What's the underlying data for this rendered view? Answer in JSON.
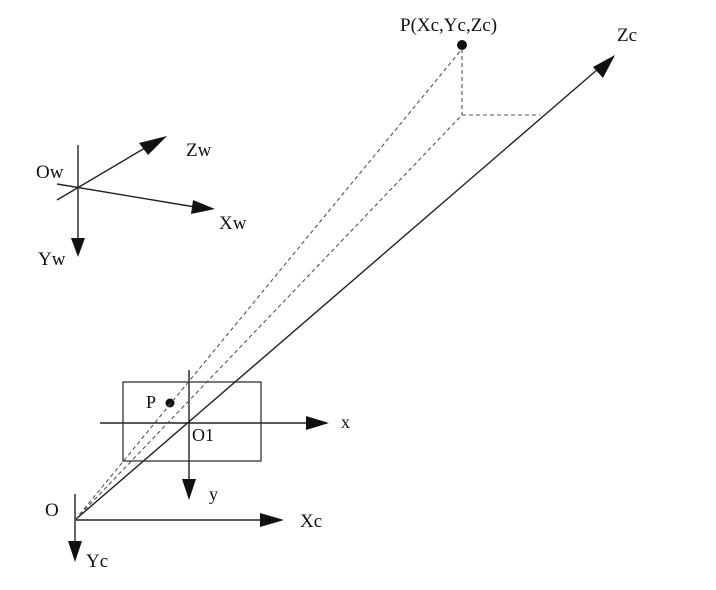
{
  "labels": {
    "point_world": "P(Xc,Yc,Zc)",
    "point_image": "P",
    "camera_origin": "O",
    "camera_x": "Xc",
    "camera_y": "Yc",
    "camera_z": "Zc",
    "image_center": "O1",
    "image_x": "x",
    "image_y": "y",
    "world_origin": "Ow",
    "world_x": "Xw",
    "world_y": "Yw",
    "world_z": "Zw"
  },
  "colors": {
    "line": "#222222",
    "dashed": "#555555",
    "background": "#ffffff"
  }
}
